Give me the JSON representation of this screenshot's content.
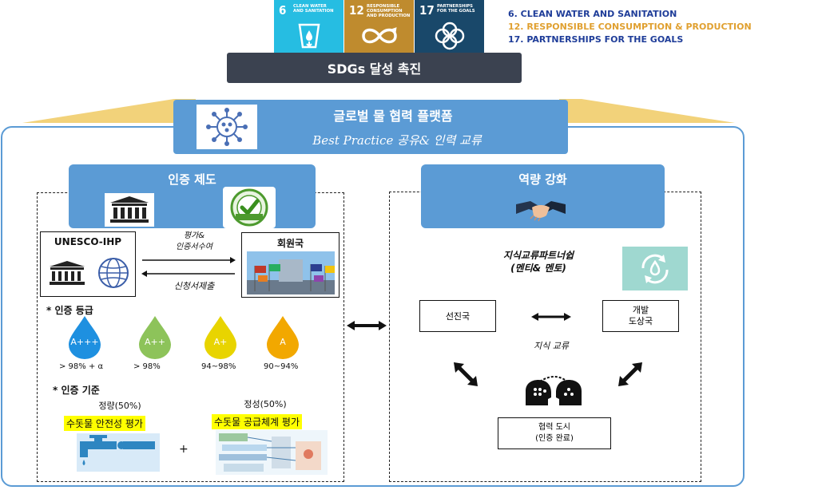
{
  "sdg": {
    "tiles": [
      {
        "num": "6",
        "title": "CLEAN WATER\nAND SANITATION",
        "color": "#26bde2",
        "icon": "water-glass-icon"
      },
      {
        "num": "12",
        "title": "RESPONSIBLE\nCONSUMPTION\nAND PRODUCTION",
        "color": "#bf8b2e",
        "icon": "infinity-icon"
      },
      {
        "num": "17",
        "title": "PARTNERSHIPS\nFOR THE GOALS",
        "color": "#19486a",
        "icon": "rings-icon"
      }
    ],
    "legend": [
      {
        "text": "6. CLEAN WATER AND SANITATION",
        "color": "#1f3d99"
      },
      {
        "text": "12. RESPONSIBLE CONSUMPTION & PRODUCTION",
        "color": "#e0a030"
      },
      {
        "text": "17. PARTNERSHIPS FOR THE GOALS",
        "color": "#1f3d99"
      }
    ],
    "banner": "SDGs 달성 촉진"
  },
  "platform": {
    "title": "글로벌 물 협력 플랫폼",
    "subtitle": "Best Practice 공유& 인력 교류"
  },
  "certification": {
    "header": "인증 제도",
    "unesco_box": "UNESCO-IHP",
    "member_box": "회원국",
    "arrow_top": "평가&\n인증서수여",
    "arrow_bottom": "신청서제출",
    "grade_title": "* 인증 등급",
    "grades": [
      {
        "grade": "A+++",
        "label": "> 98% + α",
        "color": "#1e90e0"
      },
      {
        "grade": "A++",
        "label": "> 98%",
        "color": "#8dc35a"
      },
      {
        "grade": "A+",
        "label": "94~98%",
        "color": "#e8d400"
      },
      {
        "grade": "A",
        "label": "90~94%",
        "color": "#f2a800"
      }
    ],
    "criteria_title": "* 인증 기준",
    "quant_label": "정량(50%)",
    "quant_title": "수돗물 안전성 평가",
    "qual_label": "정성(50%)",
    "qual_title": "수돗물 공급체계 평가",
    "plus": "+"
  },
  "capacity": {
    "header": "역량 강화",
    "partnership": "지식교류파트너쉽\n(멘티& 멘토)",
    "advanced": "선진국",
    "developing": "개발\n도상국",
    "exchange": "지식 교류",
    "city": "협력 도시\n(인증 완료)"
  },
  "colors": {
    "blue": "#5b9bd5",
    "dark": "#3b4250",
    "gold": "#f2d27a"
  }
}
